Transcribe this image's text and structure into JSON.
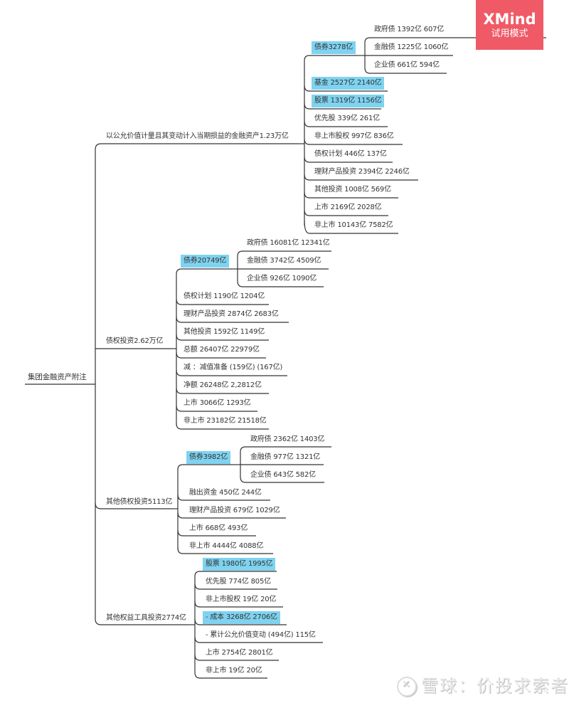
{
  "watermark_badge": {
    "title": "XMind",
    "subtitle": "试用模式",
    "color": "#ef5a66"
  },
  "watermark_footer": {
    "text": "雪球：价投求索者",
    "icon": "snowball-logo-icon"
  },
  "highlight_color": "#7fd3f0",
  "root": {
    "label": "集团金融资产附注"
  },
  "branches": [
    {
      "label": "以公允价值计量且其变动计入当期损益的金融资产1.23万亿",
      "children": [
        {
          "label": "债券3278亿",
          "highlight": true,
          "children": [
            {
              "label": "政府债 1392亿   607亿"
            },
            {
              "label": "金融债 1225亿   1060亿"
            },
            {
              "label": "企业债 661亿   594亿"
            }
          ]
        },
        {
          "label": "基金 2527亿   2140亿",
          "highlight": true
        },
        {
          "label": "股票 1319亿  1156亿",
          "highlight": true
        },
        {
          "label": "优先股 339亿   261亿"
        },
        {
          "label": "非上市股权 997亿   836亿"
        },
        {
          "label": "债权计划 446亿  137亿"
        },
        {
          "label": "理财产品投资 2394亿   2246亿"
        },
        {
          "label": "其他投资 1008亿   569亿"
        },
        {
          "label": "上市 2169亿   2028亿"
        },
        {
          "label": "非上市 10143亿   7582亿"
        }
      ]
    },
    {
      "label": "债权投资2.62万亿",
      "children": [
        {
          "label": "债券20749亿",
          "highlight": true,
          "children": [
            {
              "label": "政府债 16081亿   12341亿"
            },
            {
              "label": "金融债 3742亿   4509亿"
            },
            {
              "label": "企业债 926亿   1090亿"
            }
          ]
        },
        {
          "label": "债权计划 1190亿   1204亿"
        },
        {
          "label": "理财产品投资 2874亿   2683亿"
        },
        {
          "label": "其他投资 1592亿   1149亿"
        },
        {
          "label": "总额 26407亿   22979亿"
        },
        {
          "label": "减 ：减值准备 (159亿)   (167亿)"
        },
        {
          "label": "净额 26248亿   2,2812亿"
        },
        {
          "label": "上市 3066亿   1293亿"
        },
        {
          "label": "非上市 23182亿   21518亿"
        }
      ]
    },
    {
      "label": "其他债权投资5113亿",
      "children": [
        {
          "label": "债券3982亿",
          "highlight": true,
          "children": [
            {
              "label": "政府债 2362亿   1403亿"
            },
            {
              "label": "金融债 977亿   1321亿"
            },
            {
              "label": "企业债 643亿   582亿"
            }
          ]
        },
        {
          "label": "融出资金 450亿   244亿"
        },
        {
          "label": "理财产品投资 679亿   1029亿"
        },
        {
          "label": "上市 668亿   493亿"
        },
        {
          "label": "非上市 4444亿   4088亿"
        }
      ]
    },
    {
      "label": "其他权益工具投资2774亿",
      "children": [
        {
          "label": "股票 1980亿   1995亿",
          "highlight": true
        },
        {
          "label": "优先股 774亿   805亿"
        },
        {
          "label": "非上市股权 19亿   20亿"
        },
        {
          "label": " - 成本 3268亿   2706亿",
          "highlight": true
        },
        {
          "label": " - 累计公允价值变动 (494亿)   115亿"
        },
        {
          "label": "上市 2754亿   2801亿"
        },
        {
          "label": "非上市 19亿   20亿"
        }
      ]
    }
  ]
}
